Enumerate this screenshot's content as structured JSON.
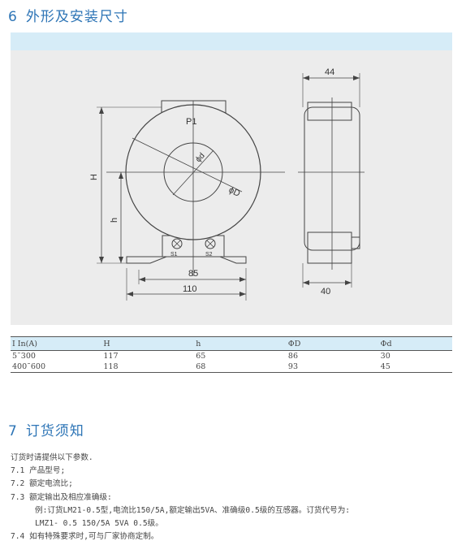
{
  "section6": {
    "num": "6",
    "title": "外形及安装尺寸"
  },
  "drawing": {
    "label_p1": "P1",
    "label_h_upper": "H",
    "label_h_lower": "h",
    "label_phid": "ϕd",
    "label_phiD": "ϕD",
    "label_s1": "S1",
    "label_s2": "S2",
    "dim_85": "85",
    "dim_110": "110",
    "dim_44": "44",
    "dim_40": "40"
  },
  "table": {
    "headers": [
      "I In(A)",
      "H",
      "h",
      "ΦD",
      "Φd"
    ],
    "rows": [
      [
        "5˜300",
        "117",
        "65",
        "86",
        "30"
      ],
      [
        "400˜600",
        "118",
        "68",
        "93",
        "45"
      ]
    ]
  },
  "section7": {
    "num": "7",
    "title": "订货须知"
  },
  "order": {
    "intro": "订货时请提供以下参数.",
    "item1": "7.1 产品型号;",
    "item2": "7.2 额定电流比;",
    "item3": "7.3 额定输出及相应准确级:",
    "example1": "例:订货LM21-0.5型,电流比150/5A,额定输出5VA、准确级0.5级的互感器。订货代号为:",
    "example2": "LMZ1- 0.5 150/5A 5VA 0.5级。",
    "item4": "7.4 如有特殊要求时,可与厂家协商定制。"
  }
}
